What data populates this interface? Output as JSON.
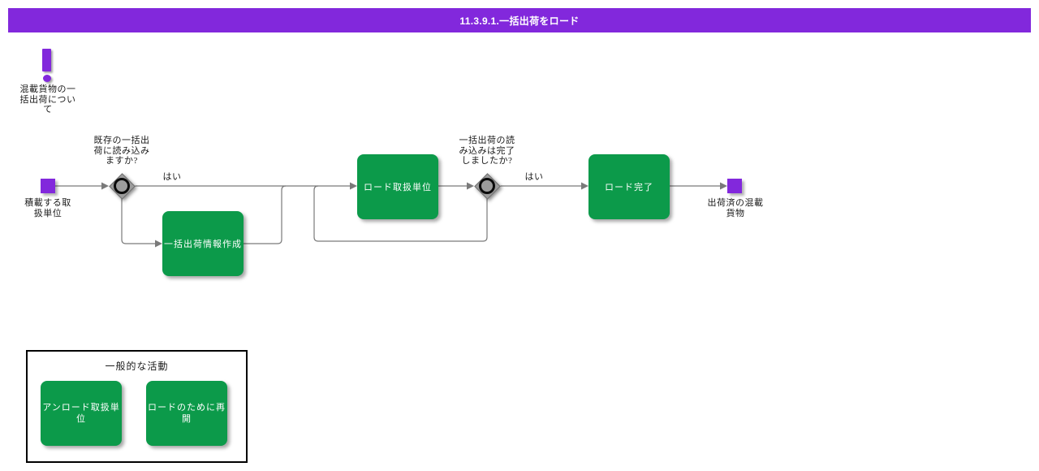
{
  "colors": {
    "purple": "#8228DC",
    "green": "#0C9A4A",
    "line": "#7A7A7A",
    "diamond": "#9C9C9C"
  },
  "header": {
    "title": "11.3.9.1.一括出荷をロード"
  },
  "note": {
    "line1": "混載貨物の一",
    "line2": "括出荷につい",
    "line3": "て"
  },
  "start_event": {
    "line1": "積載する取",
    "line2": "扱単位"
  },
  "gateway1": {
    "q1": "既存の一括出",
    "q2": "荷に読み込み",
    "q3": "ますか?",
    "yes_label": "はい"
  },
  "task_create": {
    "label": "一括出荷情報作成"
  },
  "task_load": {
    "label": "ロード取扱単位"
  },
  "gateway2": {
    "q1": "一括出荷の読",
    "q2": "み込みは完了",
    "q3": "しましたか?",
    "yes_label": "はい"
  },
  "task_complete": {
    "label": "ロード完了"
  },
  "end_event": {
    "line1": "出荷済の混載",
    "line2": "貨物"
  },
  "legend": {
    "title": "一般的な活動",
    "item1": {
      "line1": "アンロード取扱単",
      "line2": "位"
    },
    "item2": {
      "line1": "ロードのために再",
      "line2": "開"
    }
  }
}
